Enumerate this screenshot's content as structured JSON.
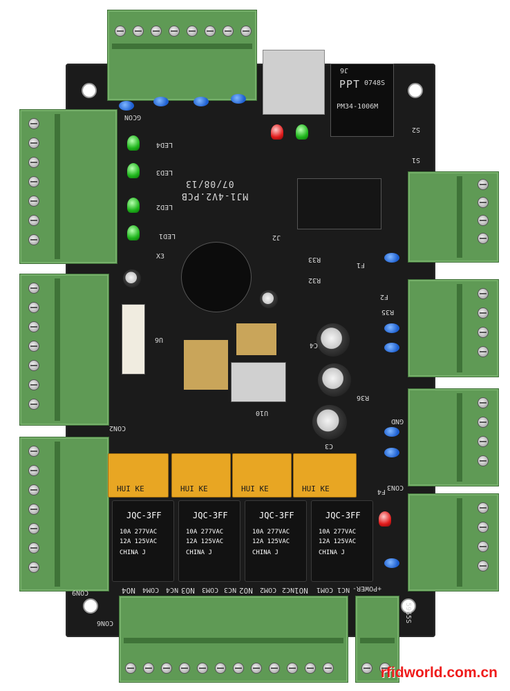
{
  "pcb": {
    "board_name": "MJ1-4V2.PCB",
    "date_code": "07/08/13",
    "vendor_code": "5965S",
    "power_label": "+POWER-",
    "module_label": "PM34-1006M",
    "module_brand": "PPT",
    "module_code": "0748S"
  },
  "connector_labels": {
    "con6": "CON6",
    "con9": "CON9",
    "con3": "CON3",
    "con2": "CON2",
    "gcon": "GCON"
  },
  "relay_outputs": [
    "NO4",
    "COM4",
    "NC4",
    "NO3",
    "COM3",
    "NC3",
    "NO2",
    "COM2",
    "NC2",
    "NO1",
    "COM1",
    "NC1"
  ],
  "relays": [
    {
      "brand": "JQC-3FF",
      "rating1": "10A 277VAC",
      "rating2": "12A 125VAC",
      "origin": "CHINA J"
    },
    {
      "brand": "JQC-3FF",
      "rating1": "10A 277VAC",
      "rating2": "12A 125VAC",
      "origin": "CHINA J"
    },
    {
      "brand": "JQC-3FF",
      "rating1": "10A 277VAC",
      "rating2": "12A 125VAC",
      "origin": "CHINA J"
    },
    {
      "brand": "JQC-3FF",
      "rating1": "10A 277VAC",
      "rating2": "12A 125VAC",
      "origin": "CHINA J"
    }
  ],
  "small_relays": [
    {
      "brand": "HUI KE"
    },
    {
      "brand": "HUI KE"
    },
    {
      "brand": "HUI KE"
    },
    {
      "brand": "HUI KE"
    }
  ],
  "leds": [
    "LED1",
    "LED2",
    "LED3",
    "LED4"
  ],
  "misc_labels": {
    "x3": "X3",
    "u6": "U6",
    "u10": "U10",
    "j6": "J6",
    "j2": "J2",
    "s1": "S1",
    "s2": "S2",
    "f1": "F1",
    "f2": "F2",
    "f4": "F4",
    "gnd": "GND",
    "c3": "C3",
    "c4": "C4",
    "r32": "R32",
    "r33": "R33",
    "r35": "R35",
    "r36": "R36"
  },
  "watermark": "rfidworld.com.cn",
  "colors": {
    "board": "#1b1b1b",
    "terminal": "#5f9a55",
    "relay_yellow": "#e8a623",
    "relay_base": "#121212",
    "watermark": "#ef1c1c"
  }
}
